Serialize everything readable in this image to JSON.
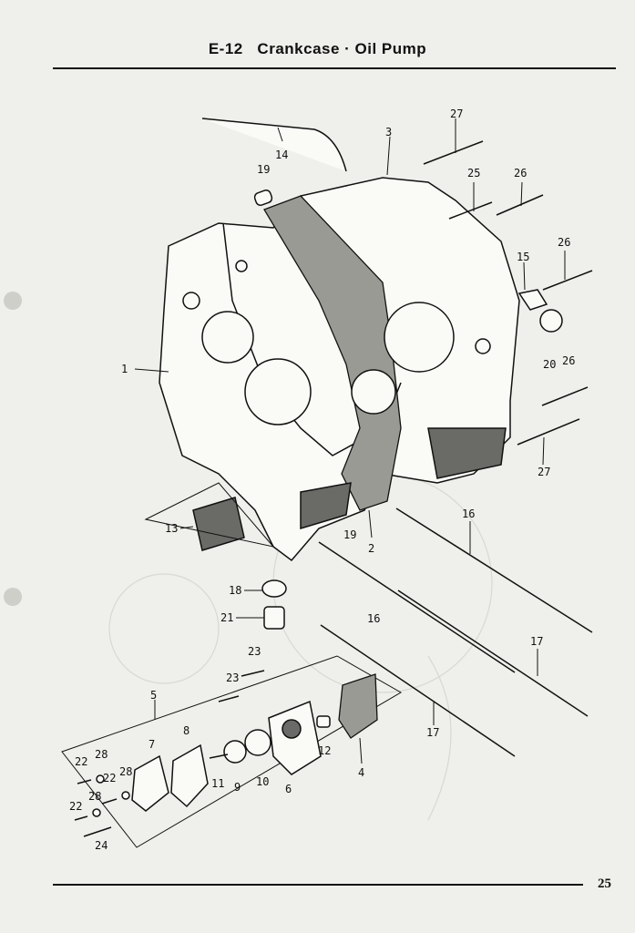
{
  "header": {
    "code": "E-12",
    "title": "Crankcase · Oil Pump"
  },
  "footer": {
    "page_number": "25"
  },
  "callouts": [
    "1",
    "2",
    "3",
    "4",
    "5",
    "6",
    "7",
    "8",
    "9",
    "10",
    "11",
    "12",
    "13",
    "14",
    "15",
    "16",
    "16",
    "17",
    "17",
    "18",
    "19",
    "19",
    "20",
    "21",
    "22",
    "22",
    "22",
    "23",
    "23",
    "24",
    "25",
    "26",
    "26",
    "26",
    "27",
    "27",
    "28",
    "28",
    "28"
  ]
}
